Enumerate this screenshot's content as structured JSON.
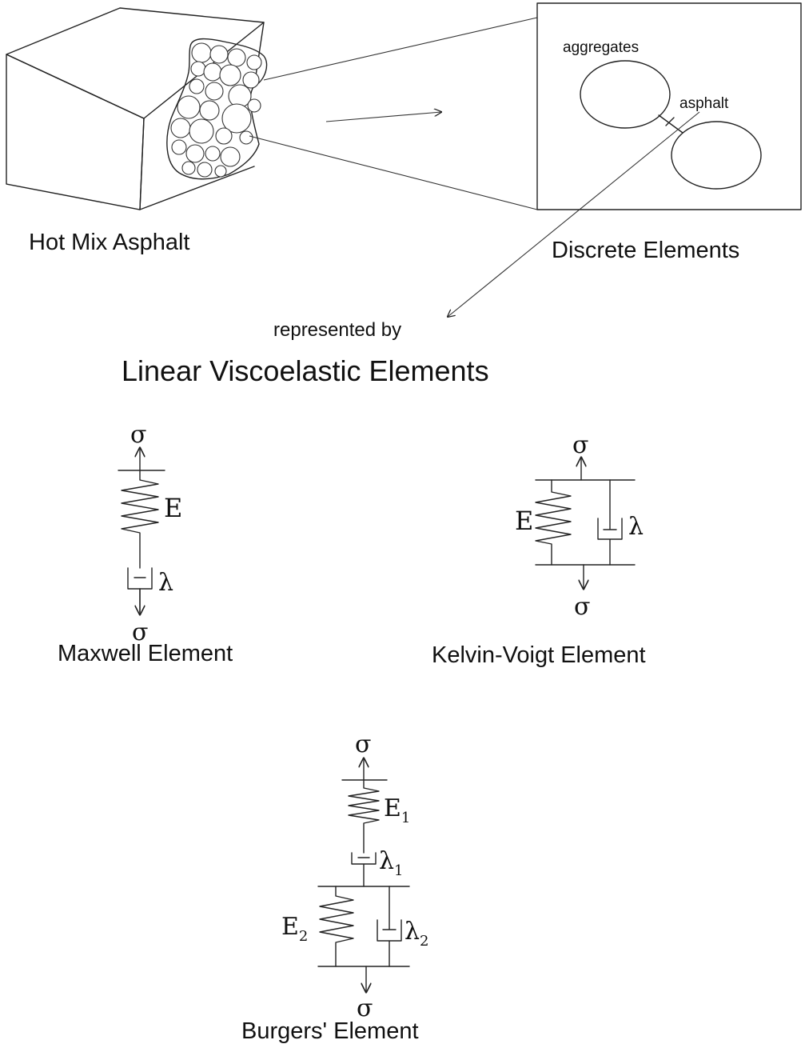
{
  "top": {
    "hma_label": "Hot Mix Asphalt",
    "discrete_label": "Discrete Elements",
    "aggregates_label": "aggregates",
    "asphalt_label": "asphalt",
    "represented_by": "represented by",
    "heading": "Linear Viscoelastic Elements"
  },
  "maxwell": {
    "sigma_top": "σ",
    "spring": "E",
    "dashpot": "λ",
    "sigma_bottom": "σ",
    "title": "Maxwell Element"
  },
  "kelvin": {
    "sigma_top": "σ",
    "spring": "E",
    "dashpot": "λ",
    "sigma_bottom": "σ",
    "title": "Kelvin-Voigt Element"
  },
  "burgers": {
    "sigma_top": "σ",
    "spring1": "E",
    "spring1_sub": "1",
    "dashpot1": "λ",
    "dashpot1_sub": "1",
    "spring2": "E",
    "spring2_sub": "2",
    "dashpot2": "λ",
    "dashpot2_sub": "2",
    "sigma_bottom": "σ",
    "title": "Burgers' Element"
  }
}
